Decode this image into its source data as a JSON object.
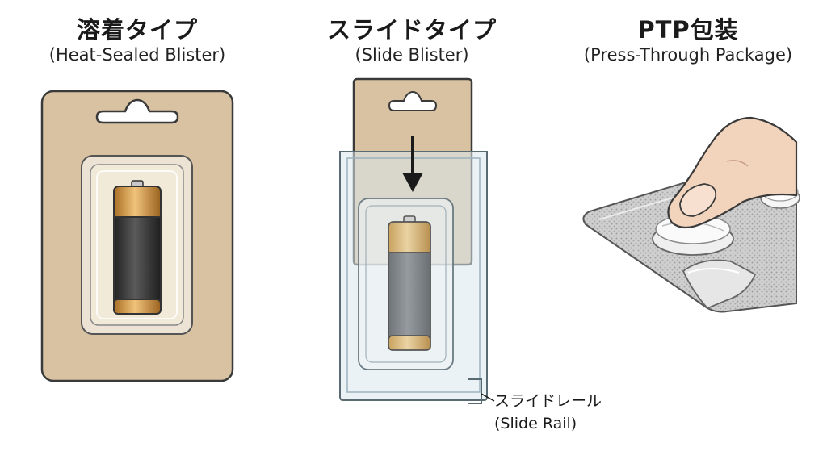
{
  "panels": [
    {
      "title": "溶着タイプ",
      "subtitle": "(Heat-Sealed Blister)"
    },
    {
      "title": "スライドタイプ",
      "subtitle": "(Slide Blister)"
    },
    {
      "title": "PTP包装",
      "subtitle": "(Press-Through Package)"
    }
  ],
  "annotations": {
    "slide_rail_jp": "スライドレール",
    "slide_rail_en": "(Slide Rail)"
  },
  "colors": {
    "card": "#d8c2a2",
    "card_stroke": "#3a3a3a",
    "battery_gold": "#c9913e",
    "battery_black": "#3c3c3c",
    "plastic": "#dfeaf0",
    "foil": "#c8c8c8",
    "finger": "#f2d3bc"
  }
}
